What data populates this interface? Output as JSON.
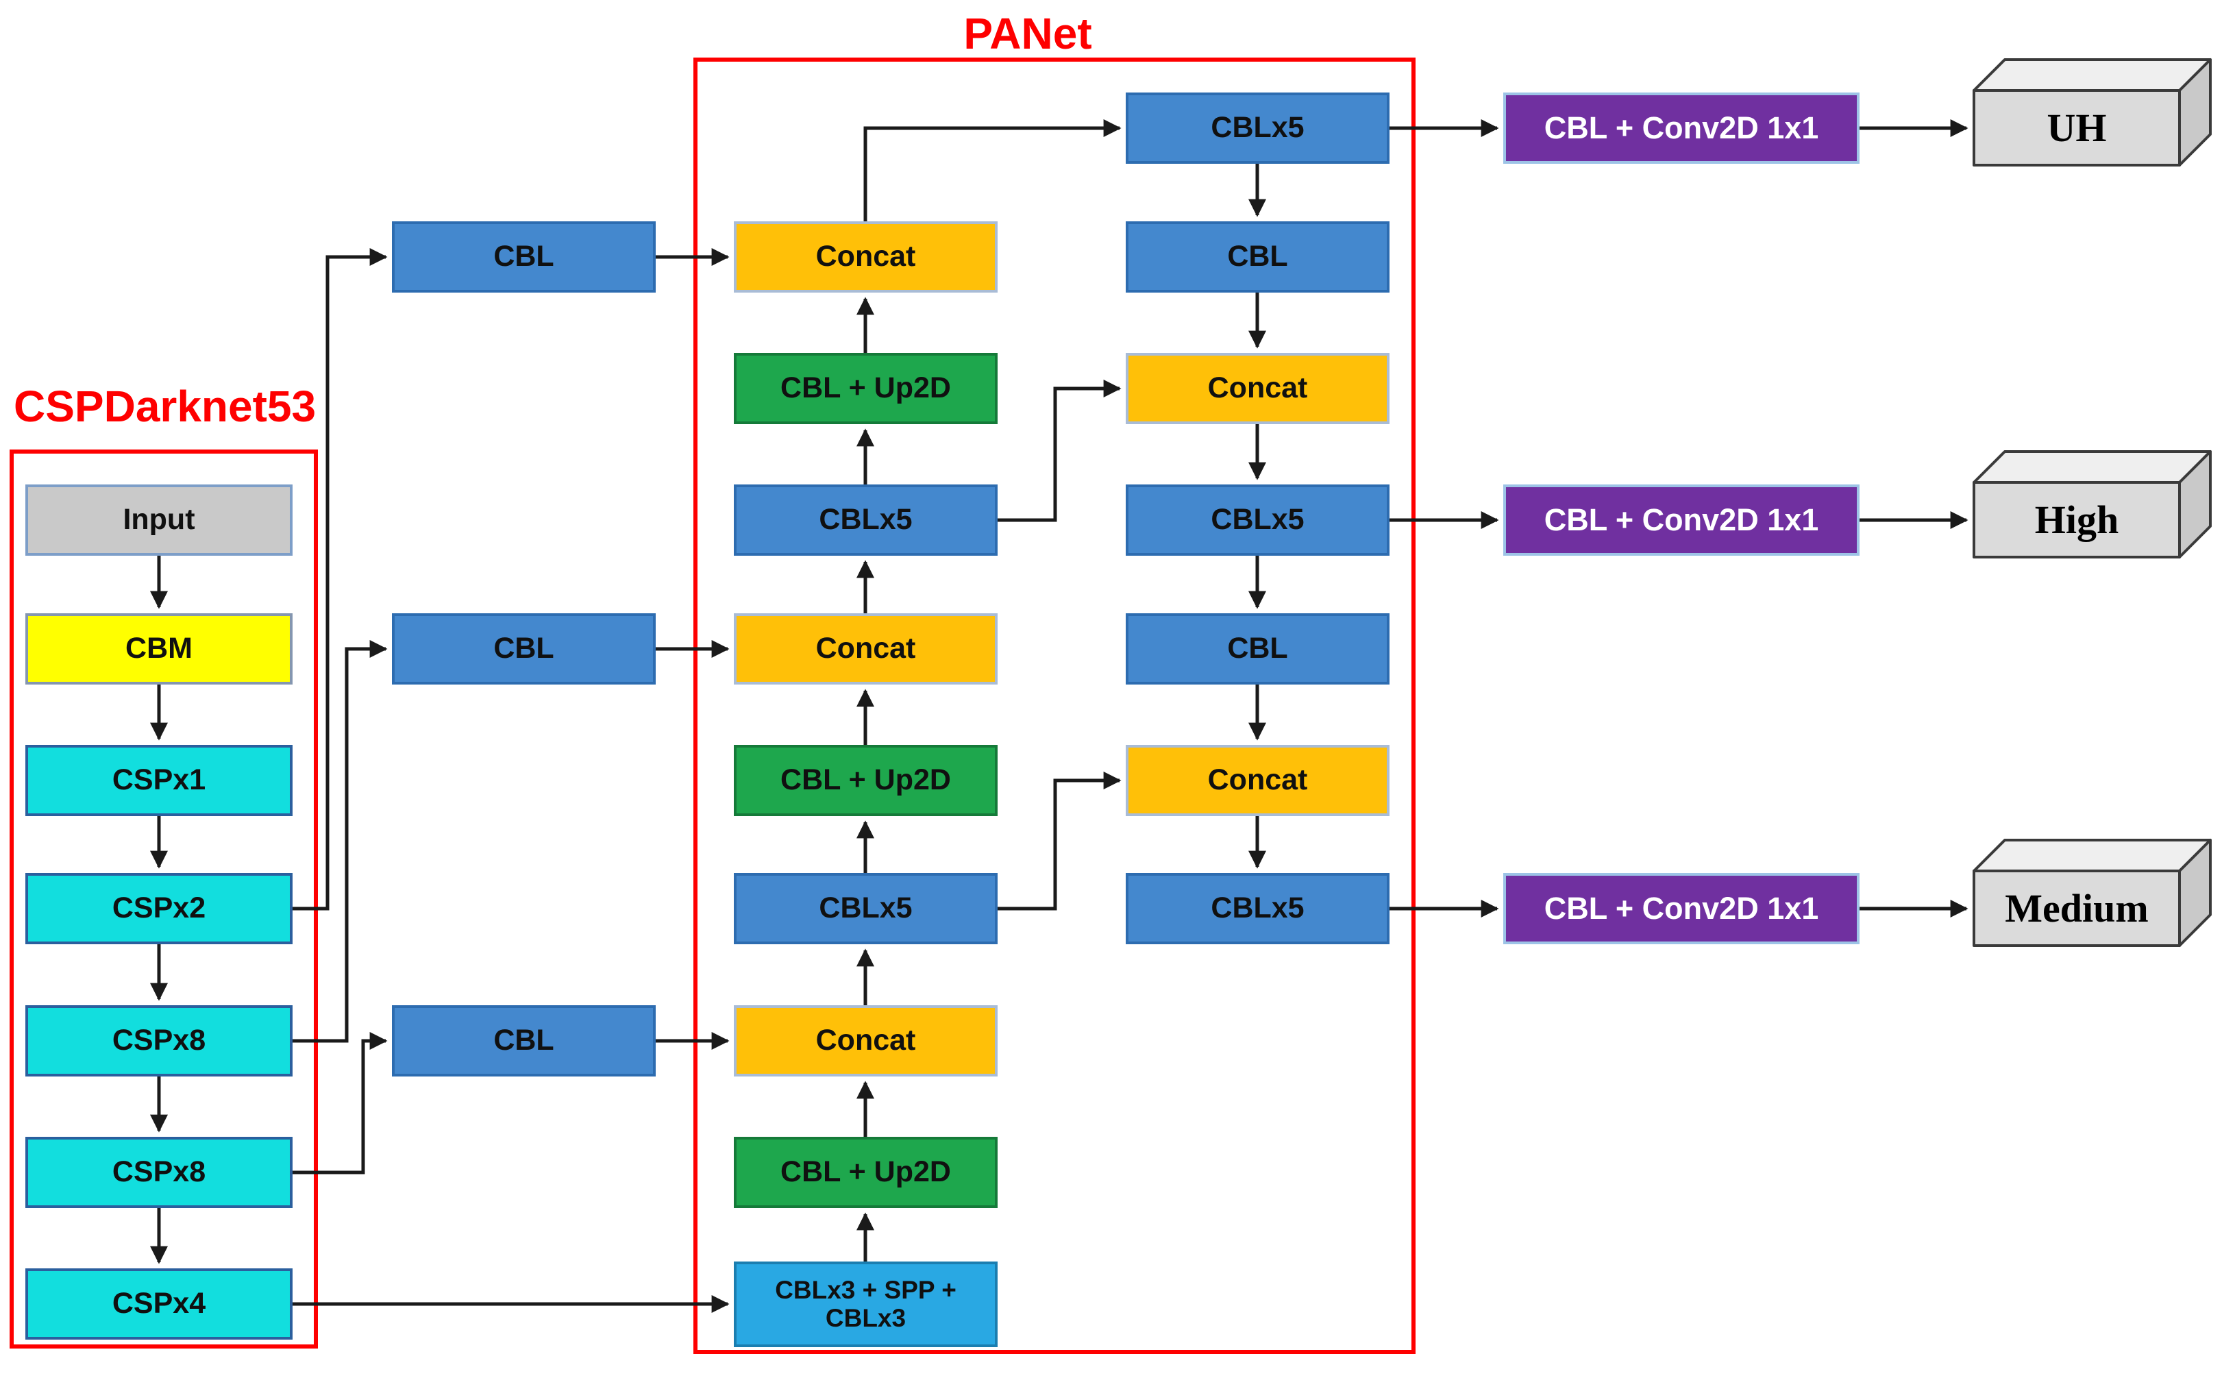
{
  "backbone": {
    "label": "CSPDarknet53",
    "nodes": [
      "Input",
      "CBM",
      "CSPx1",
      "CSPx2",
      "CSPx8",
      "CSPx8",
      "CSPx4"
    ]
  },
  "lateral": {
    "cbl_top": "CBL",
    "cbl_middle": "CBL",
    "cbl_bottom": "CBL"
  },
  "panet": {
    "label": "PANet",
    "up_path": [
      "Concat",
      "CBL + Up2D",
      "CBLx5",
      "Concat",
      "CBL + Up2D",
      "CBLx5",
      "Concat",
      "CBL + Up2D"
    ],
    "spp": "CBLx3 + SPP +\nCBLx3",
    "down_path": [
      "CBLx5",
      "CBL",
      "Concat",
      "CBLx5",
      "CBL",
      "Concat",
      "CBLx5"
    ]
  },
  "heads": [
    "CBL + Conv2D 1x1",
    "CBL + Conv2D 1x1",
    "CBL + Conv2D 1x1"
  ],
  "outputs": [
    "UH",
    "High",
    "Medium"
  ],
  "colors": {
    "frame_red": "#FE0000",
    "blue": "#4488CE",
    "cyan": "#12DEDE",
    "yellow": "#FFFF00",
    "gray": "#C9C9C9",
    "orange": "#FFC008",
    "green": "#1EA74D",
    "spp_blue": "#29A8E3",
    "purple": "#7030A0",
    "cube_face": "#DBDBDB",
    "arrow_black": "#1A1A1A"
  }
}
